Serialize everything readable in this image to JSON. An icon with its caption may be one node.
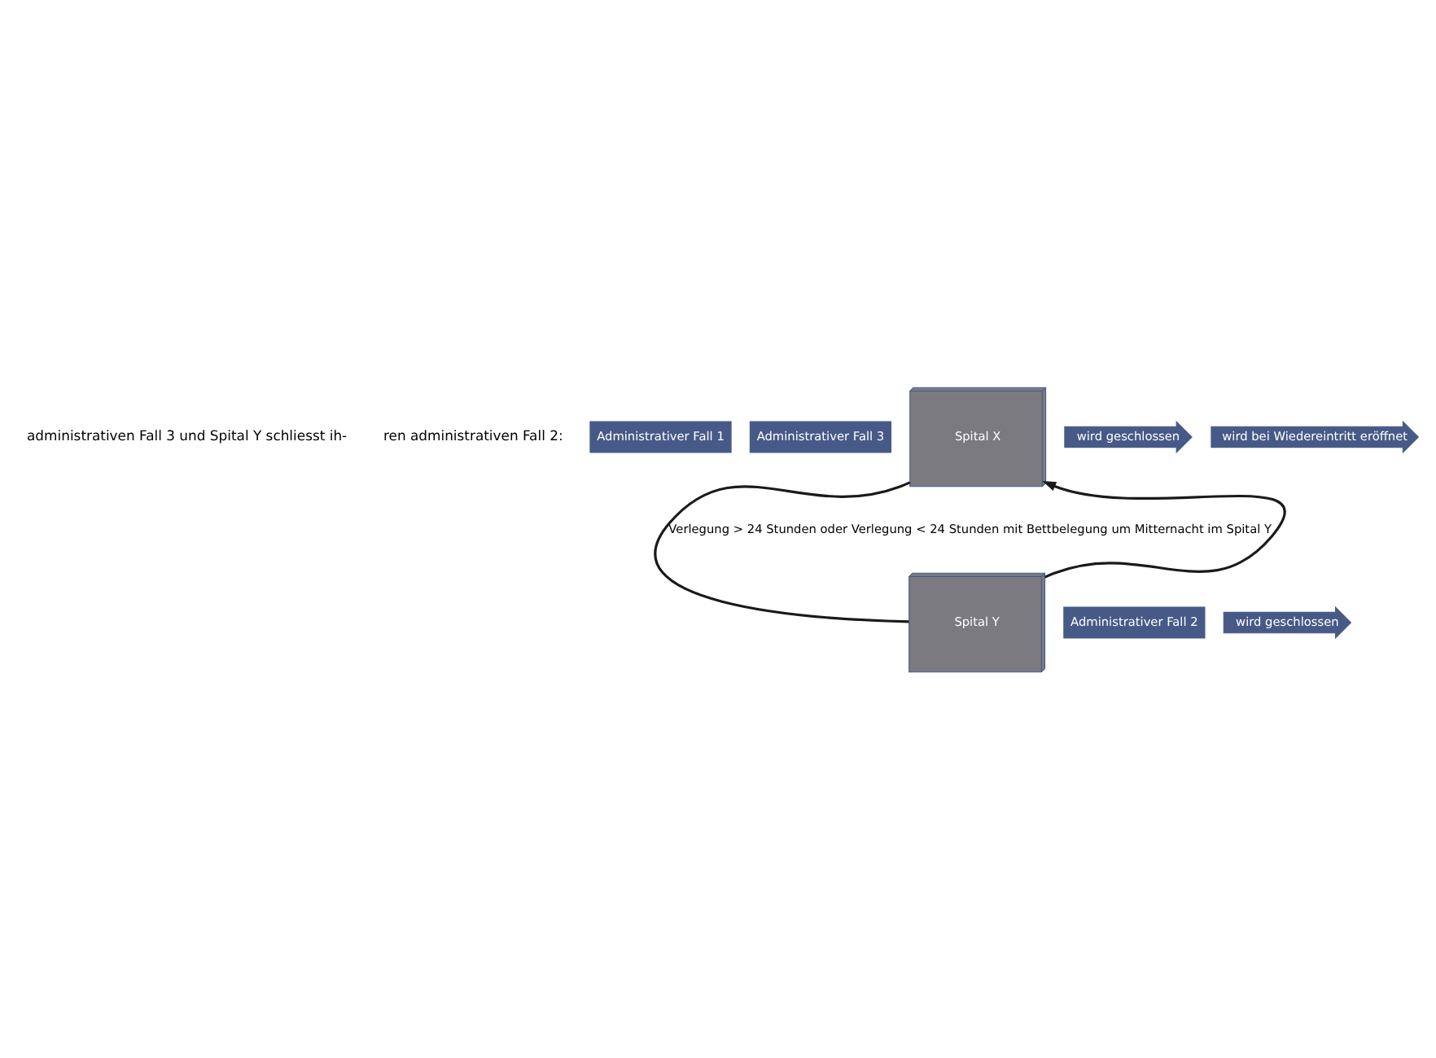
{
  "diagram": {
    "nodes": [
      {
        "text": [
          "Spital X"
        ]
      },
      {
        "text": [
          "Administrativer Fall 1"
        ]
      },
      {
        "text": [
          "Administrativer Fall 3"
        ]
      },
      {
        "text": [
          "wird geschlossen"
        ]
      },
      {
        "text": [
          "wird bei Wiedereintritt eröffnet"
        ]
      },
      {
        "text": [
          "Spital Y"
        ]
      },
      {
        "text": [
          "Administrativer Fall 2"
        ]
      },
      {
        "text": [
          "wird geschlossen"
        ]
      }
    ],
    "edges": [
      {
        "from": 0,
        "to": 5,
        "arrow": "none",
        "label": "Verlegung > 24 Stunden oder Verlegung < 24 Stunden mit Bettbelegung um Mitternacht im Spital Y"
      },
      {
        "from": 5,
        "to": 0,
        "arrow": "to"
      }
    ],
    "labels": [
      "administrativen Fall 3 und Spital Y schliesst ih-",
      "ren administrativen Fall 2:"
    ]
  }
}
